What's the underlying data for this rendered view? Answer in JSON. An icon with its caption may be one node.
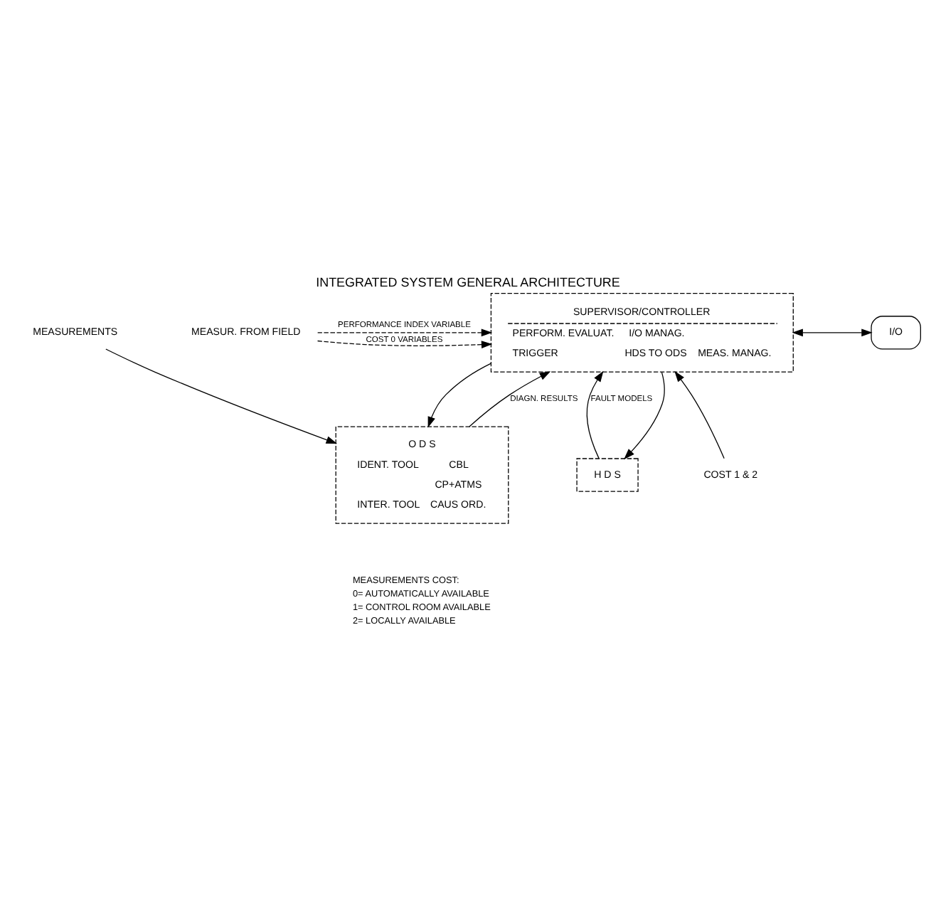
{
  "diagram": {
    "title": "INTEGRATED SYSTEM GENERAL ARCHITECTURE",
    "nodes": [
      {
        "text": [
          "SUPERVISOR/CONTROLLER",
          "PERFORM. EVALUAT.",
          "I/O MANAG.",
          "TRIGGER",
          "HDS TO ODS",
          "MEAS. MANAG."
        ]
      },
      {
        "text": [
          "I/O"
        ]
      },
      {
        "text": [
          "MEASUR. FROM FIELD"
        ]
      },
      {
        "text": [
          "H D S"
        ]
      },
      {
        "text": [
          "O D S",
          "IDENT. TOOL",
          "CBL",
          "CP+ATMS",
          "INTER. TOOL",
          "CAUS ORD."
        ]
      },
      {
        "text": [
          "COST 1 & 2"
        ]
      },
      {
        "text": [
          "MEASUREMENTS"
        ]
      }
    ],
    "edges": [
      {
        "from": 2,
        "to": 0,
        "arrow": "to",
        "label": "PERFORMANCE INDEX VARIABLE",
        "style": "dashed"
      },
      {
        "from": 2,
        "to": 0,
        "arrow": "to",
        "label": "COST 0 VARIABLES",
        "style": "dashed"
      },
      {
        "from": 0,
        "to": 1,
        "arrow": "both"
      },
      {
        "from": 0,
        "to": 3,
        "arrow": "to"
      },
      {
        "from": 3,
        "to": 0,
        "arrow": "to",
        "label": "FAULT MODELS"
      },
      {
        "from": 0,
        "to": 4,
        "arrow": "to"
      },
      {
        "from": 5,
        "to": 0,
        "arrow": "to"
      },
      {
        "from": 6,
        "to": 4,
        "arrow": "to"
      },
      {
        "from": 4,
        "to": 0,
        "arrow": "to",
        "label": "DIAGN. RESULTS"
      }
    ],
    "labels": [
      "MEASUREMENTS COST:",
      "0= AUTOMATICALLY AVAILABLE",
      "1= CONTROL ROOM AVAILABLE",
      "2= LOCALLY AVAILABLE"
    ]
  }
}
